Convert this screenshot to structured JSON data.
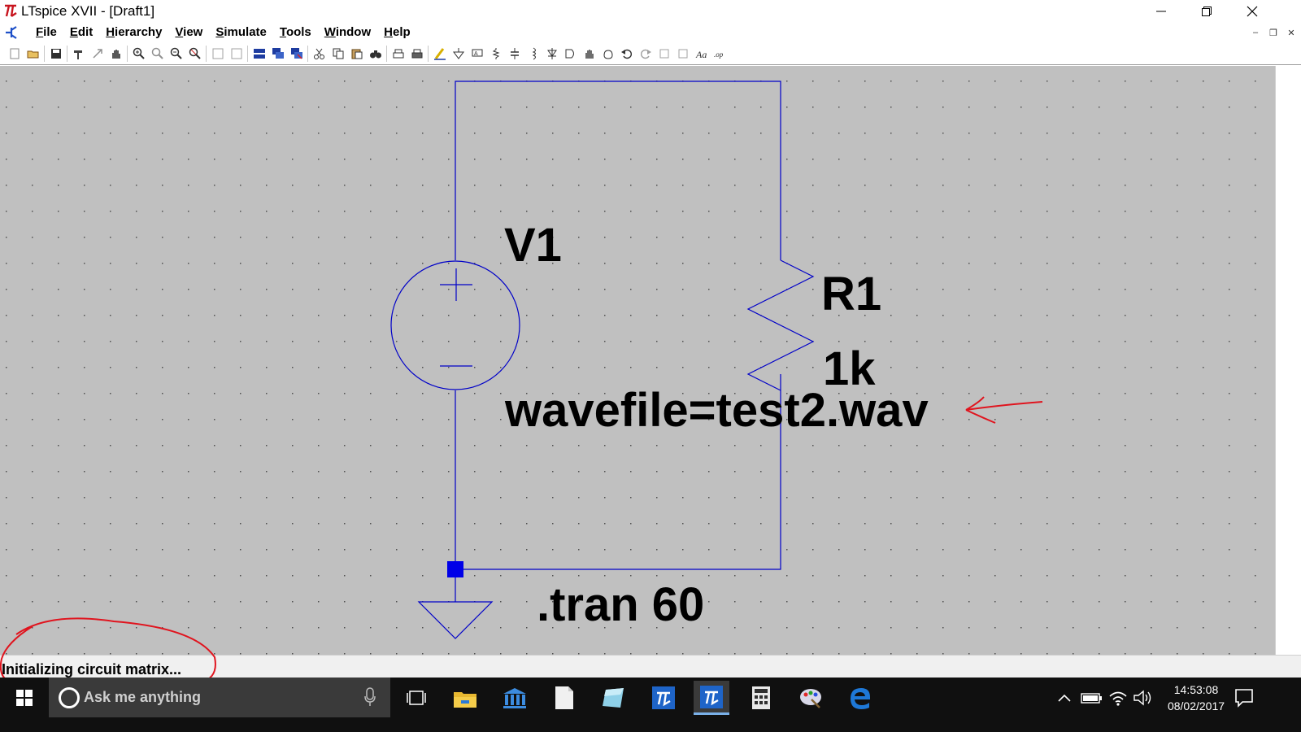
{
  "window": {
    "title": "LTspice XVII - [Draft1]"
  },
  "menu": {
    "items": [
      {
        "label": "File",
        "underline": "F",
        "rest": "ile"
      },
      {
        "label": "Edit",
        "underline": "E",
        "rest": "dit"
      },
      {
        "label": "Hierarchy",
        "underline": "H",
        "rest": "ierarchy"
      },
      {
        "label": "View",
        "underline": "V",
        "rest": "iew"
      },
      {
        "label": "Simulate",
        "underline": "S",
        "rest": "imulate"
      },
      {
        "label": "Tools",
        "underline": "T",
        "rest": "ools"
      },
      {
        "label": "Window",
        "underline": "W",
        "rest": "indow"
      },
      {
        "label": "Help",
        "underline": "H",
        "rest": "elp"
      }
    ]
  },
  "schematic": {
    "source_name": "V1",
    "resistor_name": "R1",
    "resistor_value": "1k",
    "source_value": "wavefile=test2.wav",
    "directive": ".tran 60",
    "wire_color": "#0000c8",
    "background": "#c0c0c0"
  },
  "status": {
    "text": "Initializing circuit matrix..."
  },
  "taskbar": {
    "search_placeholder": "Ask me anything",
    "time": "14:53:08",
    "date": "08/02/2017"
  },
  "colors": {
    "annotation": "#e0141e",
    "taskbar": "#101010",
    "accent": "#1e78d7"
  }
}
